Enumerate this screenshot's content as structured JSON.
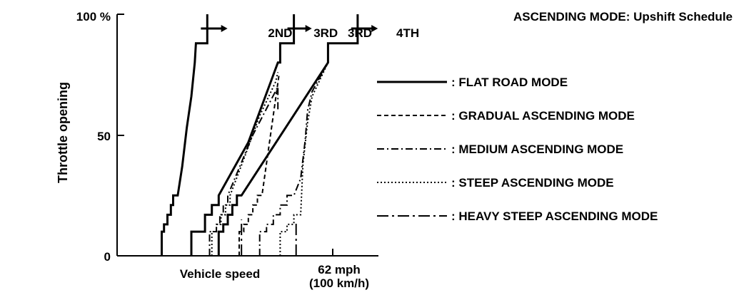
{
  "chart_data": {
    "type": "line",
    "title": "ASCENDING MODE: Upshift Schedule",
    "xlabel": "Vehicle speed",
    "ylabel": "Throttle opening",
    "yticks": [
      "100 %",
      "50",
      "0"
    ],
    "xmark": {
      "line1": "62 mph",
      "line2": "(100 km/h)",
      "value": 62
    },
    "ylim": [
      0,
      100
    ],
    "xlim": [
      -20,
      80
    ],
    "shift_labels": [
      {
        "text": "2ND",
        "x": 39
      },
      {
        "text": "3RD",
        "x": 59
      },
      {
        "text": "3RD",
        "x": 74
      },
      {
        "text": "4TH",
        "x": 95
      }
    ],
    "legend": [
      {
        "name": ": FLAT ROAD MODE",
        "style": "solid"
      },
      {
        "name": ": GRADUAL ASCENDING MODE",
        "style": "dashed"
      },
      {
        "name": ": MEDIUM ASCENDING MODE",
        "style": "dashdot"
      },
      {
        "name": ": STEEP ASCENDING MODE",
        "style": "dotted"
      },
      {
        "name": ": HEAVY STEEP ASCENDING MODE",
        "style": "longdashdot"
      }
    ],
    "series": [
      {
        "style": "solid",
        "width": 3,
        "points": [
          [
            -13,
            0
          ],
          [
            -13,
            10
          ],
          [
            -12,
            10
          ],
          [
            -12,
            13
          ],
          [
            -10.5,
            13
          ],
          [
            -10.5,
            17
          ],
          [
            -9,
            17
          ],
          [
            -9,
            21
          ],
          [
            -8,
            21
          ],
          [
            -8,
            25
          ],
          [
            -6,
            25
          ],
          [
            -4,
            37
          ],
          [
            -2,
            53
          ],
          [
            0,
            66
          ],
          [
            1.5,
            80
          ],
          [
            2,
            88
          ],
          [
            7,
            88
          ],
          [
            7,
            100
          ]
        ]
      },
      {
        "style": "solid",
        "width": 3,
        "points": [
          [
            0,
            0
          ],
          [
            0,
            10
          ],
          [
            6,
            10
          ],
          [
            6,
            17
          ],
          [
            9,
            17
          ],
          [
            9,
            21
          ],
          [
            12,
            21
          ],
          [
            12,
            25
          ],
          [
            25,
            47
          ],
          [
            38,
            80
          ],
          [
            39,
            80
          ],
          [
            39,
            88
          ],
          [
            45,
            88
          ],
          [
            45,
            100
          ]
        ]
      },
      {
        "style": "solid",
        "width": 3,
        "points": [
          [
            12,
            0
          ],
          [
            12,
            10
          ],
          [
            14,
            10
          ],
          [
            14,
            13
          ],
          [
            16,
            13
          ],
          [
            16,
            17
          ],
          [
            18,
            17
          ],
          [
            18,
            21
          ],
          [
            20,
            21
          ],
          [
            20,
            25
          ],
          [
            22,
            25
          ],
          [
            60,
            80
          ],
          [
            60,
            88
          ],
          [
            73,
            88
          ],
          [
            73,
            100
          ]
        ]
      },
      {
        "style": "dashed",
        "width": 2,
        "points": [
          [
            21,
            0
          ],
          [
            21,
            10
          ],
          [
            23,
            10
          ],
          [
            23,
            13
          ],
          [
            25,
            13
          ],
          [
            25,
            17
          ],
          [
            27,
            17
          ],
          [
            27,
            21
          ],
          [
            29,
            21
          ],
          [
            29,
            25
          ],
          [
            31,
            25
          ],
          [
            38.5,
            75
          ]
        ]
      },
      {
        "style": "dashdot",
        "width": 2,
        "points": [
          [
            8,
            0
          ],
          [
            8,
            10
          ],
          [
            11,
            10
          ],
          [
            11,
            13
          ],
          [
            12.5,
            13
          ],
          [
            12.5,
            17
          ],
          [
            14,
            17
          ],
          [
            14,
            21
          ],
          [
            16,
            21
          ],
          [
            16,
            25
          ],
          [
            27,
            50
          ],
          [
            38,
            70
          ],
          [
            38,
            60
          ]
        ]
      },
      {
        "style": "dotted",
        "width": 2,
        "points": [
          [
            9,
            0
          ],
          [
            9,
            10
          ],
          [
            11,
            10
          ],
          [
            11,
            13
          ],
          [
            13,
            13
          ],
          [
            13,
            17
          ],
          [
            15,
            17
          ],
          [
            15,
            21
          ],
          [
            17,
            21
          ],
          [
            17,
            25
          ],
          [
            23,
            40
          ],
          [
            30,
            58
          ],
          [
            37,
            72
          ],
          [
            38,
            76
          ]
        ]
      },
      {
        "style": "dashdot",
        "width": 2,
        "points": [
          [
            30,
            0
          ],
          [
            30,
            10
          ],
          [
            33,
            10
          ],
          [
            33,
            13
          ],
          [
            36,
            13
          ],
          [
            36,
            17
          ],
          [
            39,
            17
          ],
          [
            39,
            21
          ],
          [
            42,
            21
          ],
          [
            42,
            25
          ],
          [
            45,
            25
          ],
          [
            48,
            32
          ],
          [
            50,
            48
          ],
          [
            51,
            60
          ],
          [
            53,
            68
          ],
          [
            60,
            80
          ]
        ]
      },
      {
        "style": "dotted",
        "width": 2,
        "points": [
          [
            39,
            0
          ],
          [
            39,
            10
          ],
          [
            42,
            10
          ],
          [
            42,
            13
          ],
          [
            45,
            13
          ],
          [
            45,
            17
          ],
          [
            48,
            17
          ],
          [
            49,
            38
          ],
          [
            51,
            55
          ],
          [
            53,
            66
          ],
          [
            60,
            80
          ]
        ]
      },
      {
        "style": "longdashdot",
        "width": 2,
        "points": [
          [
            46,
            0
          ],
          [
            46,
            14
          ]
        ]
      },
      {
        "style": "longdashdot",
        "width": 2,
        "points": [
          [
            22,
            0
          ],
          [
            22,
            15
          ]
        ]
      }
    ]
  }
}
